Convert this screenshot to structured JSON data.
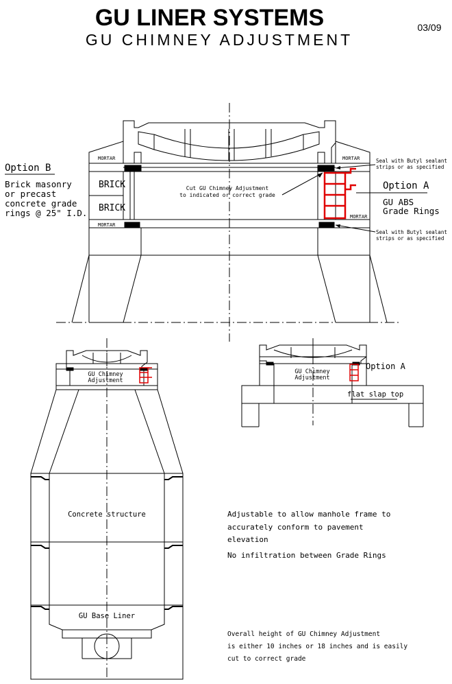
{
  "header": {
    "title": "GU LINER SYSTEMS",
    "subtitle": "GU CHIMNEY ADJUSTMENT",
    "date": "03/09"
  },
  "top_detail": {
    "mortar": "MORTAR",
    "brick": "BRICK",
    "option_b_heading": "Option B",
    "option_b_lines": [
      "Brick masonry",
      "or precast",
      "concrete grade",
      "rings @ 25\" I.D."
    ],
    "cut_note_lines": [
      "Cut GU Chimney Adjustment",
      "to indicated or correct grade"
    ],
    "option_a_heading": "Option A",
    "option_a_lines": [
      "GU ABS",
      "Grade Rings"
    ],
    "seal_note_lines": [
      "Seal with Butyl sealant",
      "strips or as specified"
    ]
  },
  "left_detail": {
    "chimney_label": [
      "GU Chimney",
      "Adjustment"
    ],
    "structure_label": "Concrete structure",
    "base_label": "GU Base Liner"
  },
  "right_detail": {
    "chimney_label": [
      "GU Chimney",
      "Adjustment"
    ],
    "option_label": "Option A",
    "slab_label": "flat slap top"
  },
  "notes": {
    "adjustable": [
      "Adjustable to allow manhole frame to",
      "accurately conform to pavement",
      "elevation"
    ],
    "infiltration": "No infiltration between Grade Rings",
    "overall": [
      "Overall height of GU Chimney Adjustment",
      "is either 10 inches or 18 inches and is easily",
      "cut to correct grade"
    ]
  },
  "colors": {
    "line": "#000000",
    "grade_rings": "#e00000"
  }
}
